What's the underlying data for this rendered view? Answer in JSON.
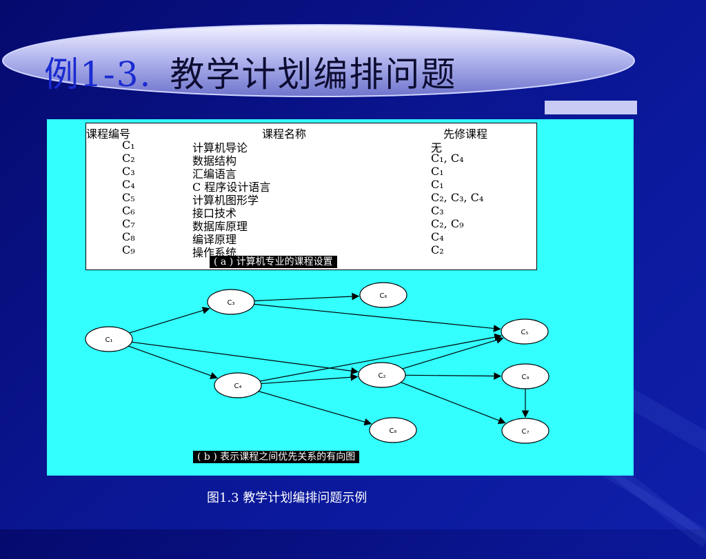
{
  "slide": {
    "title_prefix": "例",
    "title_number": "1-3.",
    "title_text": "教学计划编排问题",
    "figure_caption": "图1.3 教学计划编排问题示例"
  },
  "table": {
    "headers": [
      "课程编号",
      "课程名称",
      "先修课程"
    ],
    "rows": [
      {
        "code": "C₁",
        "name": "计算机导论",
        "prereq": "无"
      },
      {
        "code": "C₂",
        "name": "数据结构",
        "prereq": "C₁, C₄"
      },
      {
        "code": "C₃",
        "name": "汇编语言",
        "prereq": "C₁"
      },
      {
        "code": "C₄",
        "name": "C 程序设计语言",
        "prereq": "C₁"
      },
      {
        "code": "C₅",
        "name": "计算机图形学",
        "prereq": "C₂, C₃, C₄"
      },
      {
        "code": "C₆",
        "name": "接口技术",
        "prereq": "C₃"
      },
      {
        "code": "C₇",
        "name": "数据库原理",
        "prereq": "C₂, C₉"
      },
      {
        "code": "C₈",
        "name": "编译原理",
        "prereq": "C₄"
      },
      {
        "code": "C₉",
        "name": "操作系统",
        "prereq": "C₂"
      }
    ],
    "caption": "( a ) 计算机专业的课程设置"
  },
  "graph": {
    "caption": "( b ) 表示课程之间优先关系的有向图",
    "nodes": [
      {
        "id": "c1",
        "label": "C₁"
      },
      {
        "id": "c3",
        "label": "C₃"
      },
      {
        "id": "c4",
        "label": "C₄"
      },
      {
        "id": "c6",
        "label": "C₆"
      },
      {
        "id": "c2",
        "label": "C₂"
      },
      {
        "id": "c8",
        "label": "C₈"
      },
      {
        "id": "c5",
        "label": "C₅"
      },
      {
        "id": "c9",
        "label": "C₉"
      },
      {
        "id": "c7",
        "label": "C₇"
      }
    ],
    "edges": [
      [
        "c1",
        "c3"
      ],
      [
        "c1",
        "c4"
      ],
      [
        "c1",
        "c2"
      ],
      [
        "c3",
        "c6"
      ],
      [
        "c3",
        "c5"
      ],
      [
        "c4",
        "c5"
      ],
      [
        "c4",
        "c2"
      ],
      [
        "c4",
        "c8"
      ],
      [
        "c2",
        "c5"
      ],
      [
        "c2",
        "c9"
      ],
      [
        "c2",
        "c7"
      ],
      [
        "c9",
        "c7"
      ]
    ]
  }
}
